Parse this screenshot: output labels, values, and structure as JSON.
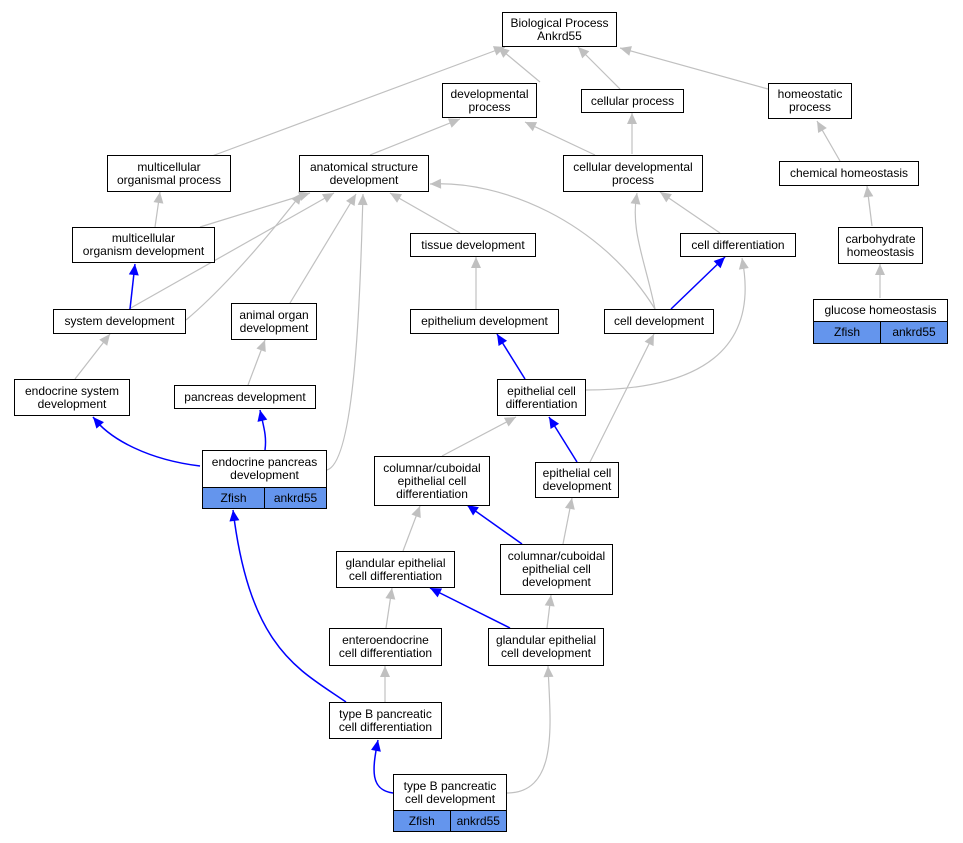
{
  "colors": {
    "is_a_edge": "#c0c0c0",
    "annotated_edge": "#0000ff",
    "annotation_fill": "#6495ed",
    "node_fill": "#ffffff"
  },
  "nodes": {
    "bp": "Biological Process\nAnkrd55",
    "dev_proc": "developmental\nprocess",
    "cell_proc": "cellular process",
    "homeo_proc": "homeostatic\nprocess",
    "multi_org_proc": "multicellular\norganismal process",
    "anat_dev": "anatomical structure\ndevelopment",
    "cell_dev_proc": "cellular developmental\nprocess",
    "chem_homeo": "chemical homeostasis",
    "multi_org_dev": "multicellular\norganism development",
    "tissue_dev": "tissue development",
    "cell_diff": "cell differentiation",
    "carb_homeo": "carbohydrate\nhomeostasis",
    "sys_dev": "system development",
    "animal_organ_dev": "animal organ\ndevelopment",
    "epith_dev": "epithelium development",
    "cell_dev": "cell development",
    "gluc_homeo": "glucose homeostasis",
    "endo_sys_dev": "endocrine system\ndevelopment",
    "panc_dev": "pancreas development",
    "epith_cell_diff": "epithelial cell\ndifferentiation",
    "endo_panc_dev": "endocrine pancreas\ndevelopment",
    "col_epith_diff": "columnar/cuboidal\nepithelial cell\ndifferentiation",
    "epith_cell_dev": "epithelial cell\ndevelopment",
    "gland_epith_diff": "glandular epithelial\ncell differentiation",
    "col_epith_dev": "columnar/cuboidal\nepithelial cell\ndevelopment",
    "enteroendo_diff": "enteroendocrine\ncell differentiation",
    "gland_epith_dev": "glandular epithelial\ncell development",
    "typeb_diff": "type B pancreatic\ncell differentiation",
    "typeb_dev": "type B pancreatic\ncell development"
  },
  "annotations": {
    "gluc_homeo": [
      "Zfish",
      "ankrd55"
    ],
    "endo_panc_dev": [
      "Zfish",
      "ankrd55"
    ],
    "typeb_dev": [
      "Zfish",
      "ankrd55"
    ]
  }
}
